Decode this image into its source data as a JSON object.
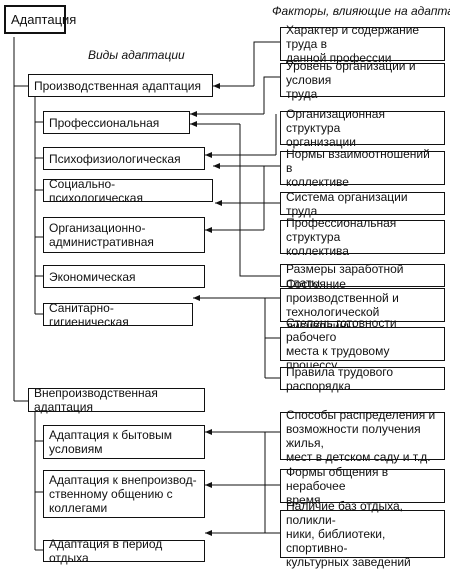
{
  "root": {
    "label": "Адаптация"
  },
  "headers": {
    "types": "Виды адаптации",
    "factors": "Факторы, влияющие на адаптацию"
  },
  "groups": [
    {
      "label": "Производственная адаптация",
      "types": [
        "Профессиональная",
        "Психофизиологическая",
        "Социально-психологическая",
        "Организационно-\nадминистративная",
        "Экономическая",
        "Санитарно-гигиеническая"
      ]
    },
    {
      "label": "Внепроизводственная адаптация",
      "types": [
        "Адаптация к бытовым\nусловиям",
        "Адаптация к внепроизвод-\nственному общению с\nколлегами",
        "Адаптация в период отдыха"
      ]
    }
  ],
  "factors": [
    "Характер и содержание труда в\nданной профессии",
    "Уровень организации и условия\nтруда",
    "Организационная структура\nорганизации",
    "Нормы взаимоотношений в\nколлективе",
    "Система организации труда",
    "Профессиональная структура\nколлектива",
    "Размеры заработной платы",
    "Состояние производственной и\nтехнологической дисциплины",
    "Степень готовности рабочего\nместа к трудовому процессу",
    "Правила трудового распорядка",
    "Способы распределения и\nвозможности получения жилья,\nмест в детском саду и т.д.",
    "Формы общения в нерабочее\nвремя",
    "Наличие баз отдыха, поликли-\nники, библиотеки, спортивно-\nкультурных заведений"
  ]
}
